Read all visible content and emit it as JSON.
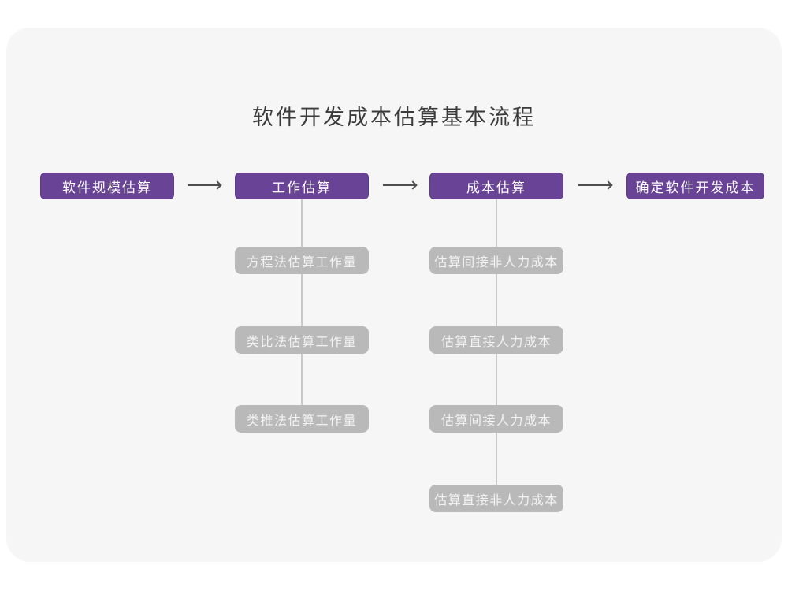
{
  "title": "软件开发成本估算基本流程",
  "flow": {
    "main_steps": [
      "软件规模估算",
      "工作估算",
      "成本估算",
      "确定软件开发成本"
    ],
    "work_estimation_methods": [
      "方程法估算工作量",
      "类比法估算工作量",
      "类推法估算工作量"
    ],
    "cost_estimation_steps": [
      "估算间接非人力成本",
      "估算直接人力成本",
      "估算间接人力成本",
      "估算直接非人力成本"
    ]
  },
  "colors": {
    "primary": "#694396",
    "primary_border": "#5d3a87",
    "node_gray": "#b9b9b9",
    "node_text": "#ffffff",
    "gray_node_text": "#f2f2f2",
    "card_background": "#f6f6f7",
    "page_background": "#ffffff",
    "title_text": "#3b3b3b",
    "arrow": "#4f4f4f",
    "connector": "#c9c9c9"
  }
}
